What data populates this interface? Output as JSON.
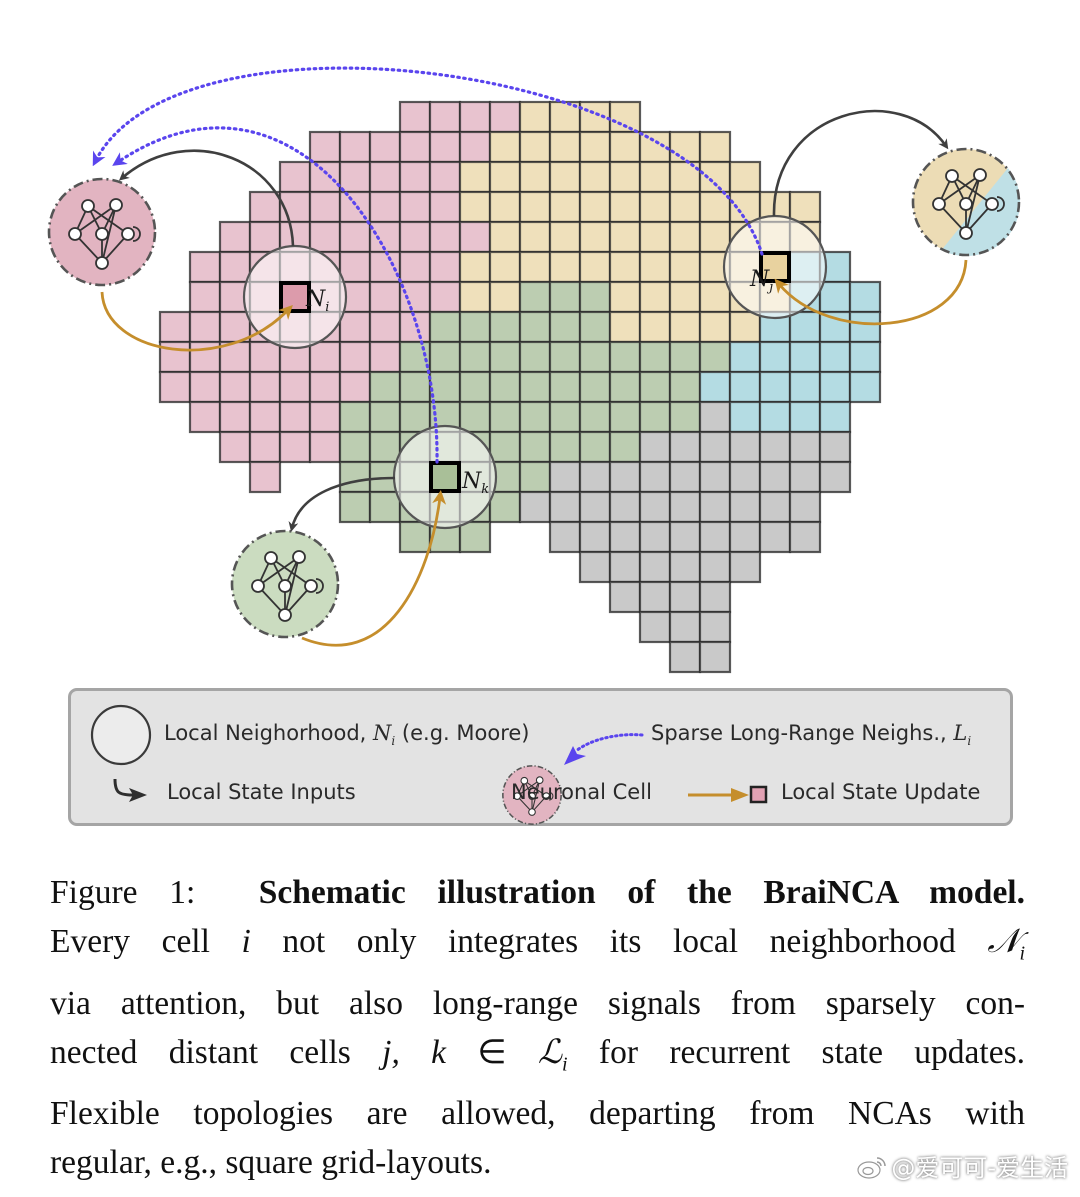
{
  "figure": {
    "region_colors": {
      "P": "#e8c3cf",
      "Y": "#efe0bb",
      "G": "#bccdb1",
      "C": "#b4dce3",
      "S": "#c9c9c9"
    },
    "highlight_colors": {
      "P": "#dc9bab",
      "Y": "#e8d29f",
      "G": "#a9bf98"
    },
    "grid_rows": [
      {
        "start": 8,
        "cells": "PPPPYYYY"
      },
      {
        "start": 5,
        "cells": "PPPPPPYYYYYYYY"
      },
      {
        "start": 4,
        "cells": "PPPPPPYYYYYYYYYY"
      },
      {
        "start": 3,
        "cells": "PPPPPPPYYYYYYYYYYYY"
      },
      {
        "start": 2,
        "cells": "PPPPPPPPPYYYYYYYYYYY"
      },
      {
        "start": 1,
        "cells": "PPPPPPPPPYYYYYYYYYYYCC"
      },
      {
        "start": 1,
        "cells": "PPPPPPPPPYYGGGYYYYYYCCC"
      },
      {
        "start": 0,
        "cells": "PPPPPPPPPGGGGGGYYYYYCCCC"
      },
      {
        "start": 0,
        "cells": "PPPPPPPPGGGGGGGGGGGCCCCC"
      },
      {
        "start": 0,
        "cells": "PPPPPPPGGGGGGGGGGGCCCCCC"
      },
      {
        "start": 1,
        "cells": "PPPPPGGGGGGGGGGGGSCCCC"
      },
      {
        "start": 2,
        "cells": "PPPPGGGGGGGGGGSSSSSSS"
      },
      {
        "start": 3,
        "cells": "P..GGGGGGGSSSSSSSSSS"
      },
      {
        "start": 6,
        "cells": "GGGGGGSSSSSSSSSS"
      },
      {
        "start": 8,
        "cells": "GGG..SSSSSSSSS"
      },
      {
        "start": 14,
        "cells": "SSSSSS"
      },
      {
        "start": 15,
        "cells": "SSSS"
      },
      {
        "start": 16,
        "cells": "SSS"
      },
      {
        "start": 17,
        "cells": "SS"
      }
    ],
    "focus_cells": [
      {
        "id": "i",
        "row": 6,
        "col": 4,
        "region": "P",
        "label": "N",
        "sub": "i"
      },
      {
        "id": "j",
        "row": 5,
        "col": 20,
        "region": "Y",
        "label": "N",
        "sub": "j"
      },
      {
        "id": "k",
        "row": 12,
        "col": 9,
        "region": "G",
        "label": "N",
        "sub": "k"
      }
    ],
    "neuronal_cells": [
      {
        "id": "pink",
        "fill": [
          "#e2b4c1"
        ]
      },
      {
        "id": "yellow-cyan",
        "fill": [
          "#ecdcb5",
          "#bfe0e6"
        ]
      },
      {
        "id": "green",
        "fill": [
          "#cbdcc0"
        ]
      }
    ],
    "arrow_colors": {
      "local_input": "#3f3f3f",
      "long_range": "#5a45ee",
      "state_update": "#c58e2c"
    }
  },
  "legend": {
    "local_neighborhood": "Local Neighorhood, ",
    "local_neighborhood_sym": "N",
    "local_neighborhood_sub": "i",
    "local_neighborhood_note": " (e.g. Moore)",
    "long_range": "Sparse Long-Range Neighs., ",
    "long_range_sym": "L",
    "long_range_sub": "i",
    "local_inputs": "Local State Inputs",
    "neuronal_cell": "Neuronal Cell",
    "state_update": "Local State Update"
  },
  "caption": {
    "figure_label": "Figure 1:",
    "title": "Schematic illustration of the BraiNCA model.",
    "lines": [
      [
        "Every cell ",
        {
          "m": "i"
        },
        " not only integrates its local neighborhood ",
        {
          "m": "𝒩",
          "sub": "i"
        }
      ],
      [
        "via attention, but also long-range signals from sparsely con-"
      ],
      [
        "nected distant cells ",
        {
          "m": "j, k"
        },
        " ∈ ",
        {
          "m": "ℒ",
          "sub": "i"
        },
        " for recurrent state updates."
      ],
      [
        "Flexible topologies are allowed, departing from NCAs with"
      ],
      [
        "regular, e.g., square grid-layouts."
      ]
    ]
  },
  "watermark": {
    "text": "@爱可可-爱生活"
  }
}
